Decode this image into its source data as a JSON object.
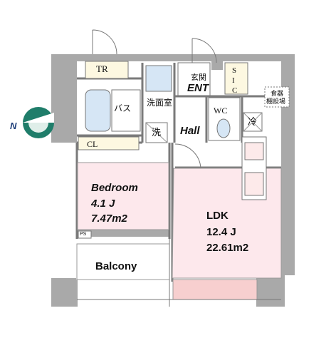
{
  "rooms": {
    "tr": "TR",
    "bath": "バス",
    "washroom": "洗面室",
    "washer": "洗",
    "cl": "CL",
    "hall": "Hall",
    "entrance_jp": "玄関",
    "entrance": "ENT",
    "sic": "S I C",
    "wc": "WC",
    "fridge": "冷",
    "dishwasher_line1": "食器",
    "dishwasher_line2": "棚設場",
    "bedroom": {
      "name": "Bedroom",
      "jo": "4.1 J",
      "area": "7.47m2"
    },
    "ldk": {
      "name": "LDK",
      "jo": "12.4 J",
      "area": "22.61m2"
    },
    "balcony": "Balcony",
    "ps": "PS"
  },
  "compass": {
    "label": "N"
  },
  "colors": {
    "wall": "#a9a9a9",
    "room_pink": "#fde8ec",
    "balcony_pink": "#f7cfcf",
    "fixture_blue": "#d6e6f5",
    "fixture_cream": "#fdf8e1",
    "compass": "#1f7d6a"
  }
}
